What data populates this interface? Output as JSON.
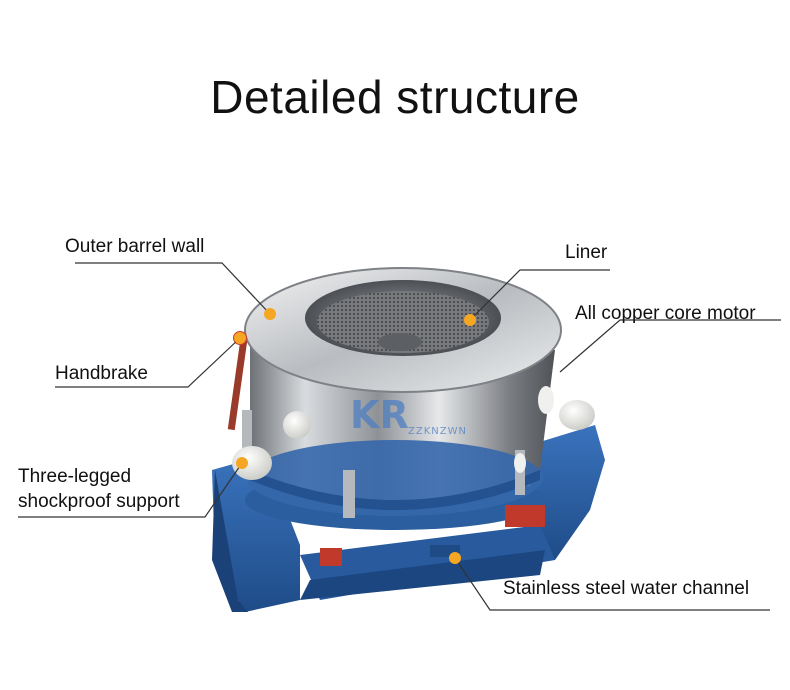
{
  "title": "Detailed structure",
  "labels": {
    "outer_barrel_wall": "Outer barrel wall",
    "liner": "Liner",
    "motor": "All copper core motor",
    "handbrake": "Handbrake",
    "support_line1": "Three-legged",
    "support_line2": "shockproof support",
    "water_channel": "Stainless steel water channel"
  },
  "watermark": {
    "logo": "KR",
    "name": "ZZKNZWN"
  },
  "colors": {
    "marker": "#f5a623",
    "base_blue": "#2f63a8",
    "steel": "#c9ccd0",
    "leader": "#333333"
  }
}
